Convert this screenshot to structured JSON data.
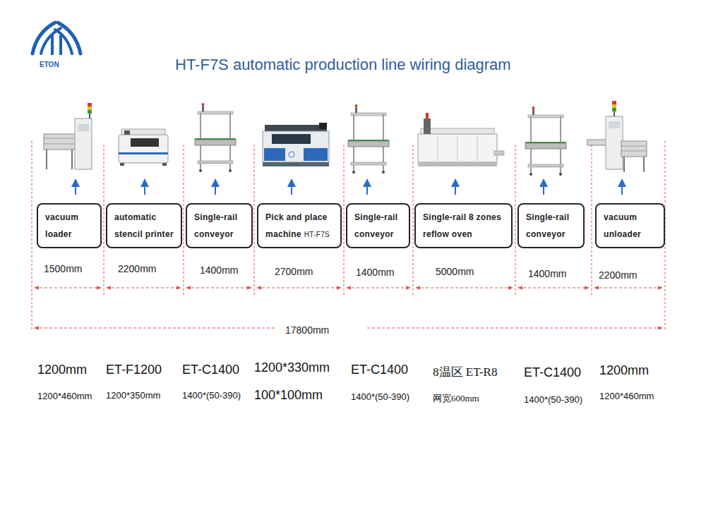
{
  "diagram": {
    "title": "HT-F7S automatic production line wiring diagram",
    "nodes": [
      {
        "text": [
          "vacuum loader"
        ]
      },
      {
        "text": [
          "automatic stencil printer"
        ]
      },
      {
        "text": [
          "Single-rail conveyor"
        ]
      },
      {
        "text": [
          "Pick and place machine",
          "HT-F7S"
        ]
      },
      {
        "text": [
          "Single-rail conveyor"
        ]
      },
      {
        "text": [
          "Single-rail 8 zones reflow oven"
        ]
      },
      {
        "text": [
          "Single-rail conveyor"
        ]
      },
      {
        "text": [
          "vacuum unloader"
        ]
      }
    ],
    "labels": [
      "ETON",
      "1500mm",
      "2200mm",
      "1400mm",
      "2700mm",
      "1400mm",
      "5000mm",
      "1400mm",
      "2200mm",
      "17800mm",
      "1200mm",
      "ET-F1200",
      "ET-C1400",
      "1200*330mm",
      "ET-C1400",
      "8温区 ET-R8",
      "ET-C1400",
      "1200mm",
      "1200*460mm",
      "1200*350mm",
      "1400*(50-390)",
      "100*100mm",
      "1400*(50-390)",
      "网宽600mm",
      "1400*(50-390)",
      "1200*460mm"
    ]
  }
}
